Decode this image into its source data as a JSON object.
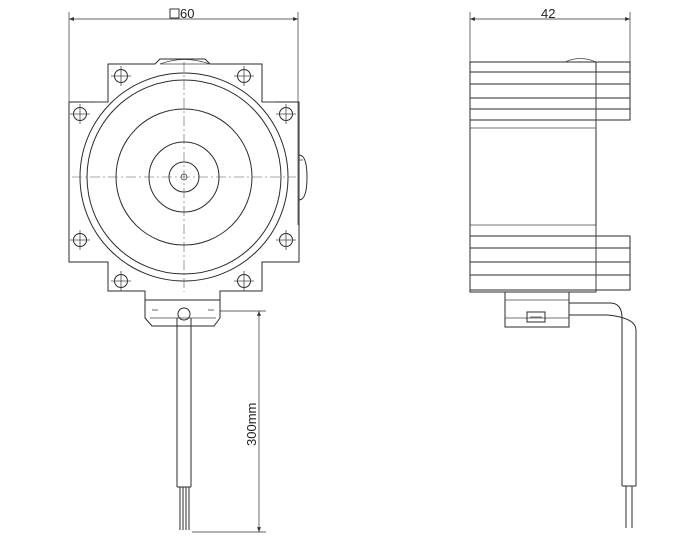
{
  "front_view": {
    "width_label": "60"
  },
  "side_view": {
    "depth_label": "42"
  },
  "cable": {
    "length_label": "300mm"
  }
}
